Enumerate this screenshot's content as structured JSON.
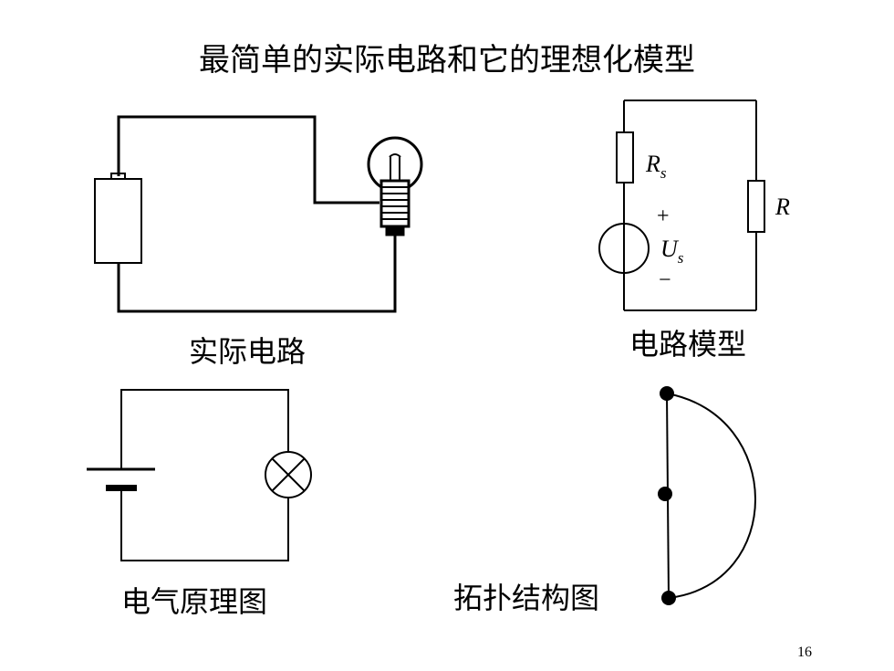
{
  "title": "最简单的实际电路和它的理想化模型",
  "captions": {
    "actual_circuit": "实际电路",
    "circuit_model": "电路模型",
    "schematic": "电气原理图",
    "topology": "拓扑结构图"
  },
  "model_labels": {
    "rs_main": "R",
    "rs_sub": "s",
    "r": "R",
    "us_main": "U",
    "us_sub": "s",
    "plus": "+",
    "minus": "−"
  },
  "page_number": "16"
}
